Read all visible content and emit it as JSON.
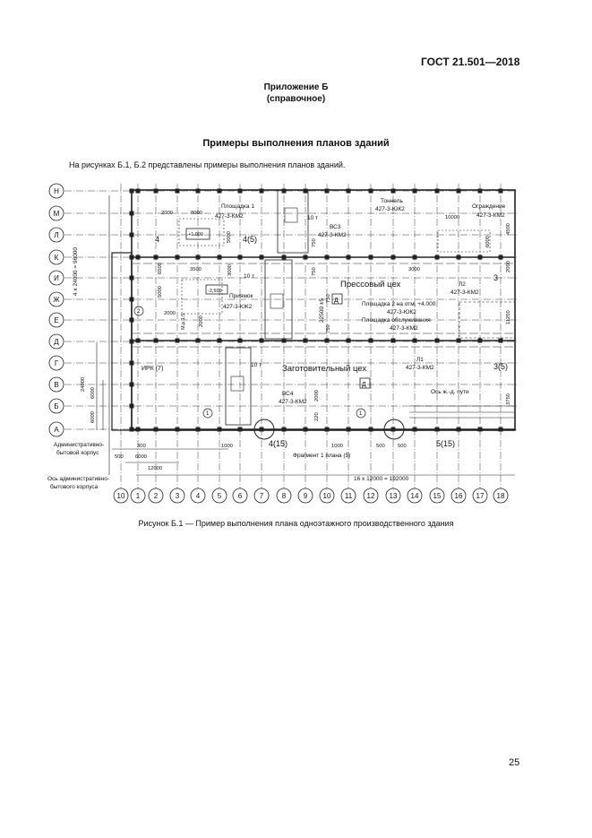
{
  "header": {
    "standard": "ГОСТ 21.501—2018"
  },
  "appendix": {
    "title": "Приложение Б",
    "subtitle": "(справочное)"
  },
  "section": {
    "title": "Примеры выполнения планов зданий"
  },
  "intro": "На рисунках Б.1, Б.2 представлены примеры выполнения планов зданий.",
  "figure": {
    "caption": "Рисунок Б.1 — Пример выполнения плана одноэтажного производственного здания",
    "row_axes": [
      "Н",
      "М",
      "Л",
      "К",
      "И",
      "Ж",
      "Е",
      "Д",
      "Г",
      "В",
      "Б",
      "А"
    ],
    "col_axes": [
      "10",
      "1",
      "2",
      "3",
      "4",
      "5",
      "6",
      "7",
      "8",
      "9",
      "10",
      "11",
      "12",
      "13",
      "14",
      "15",
      "16",
      "17",
      "18"
    ],
    "labels": {
      "ploshchadka1": "Площадка 1",
      "ploshchadka1_code": "427-3-КМ2",
      "tonnel": "Тоннель",
      "tonnel_code": "427-3-ЮК2",
      "ograzhdenie": "Ограждение",
      "ograzhdenie_code": "427-3-КМ2",
      "vs3": "ВС3",
      "vs3_code": "427-3-КМ2",
      "press_shop": "Прессовый цех",
      "zag_shop": "Заготовительный цех",
      "priyamok": "Приямок",
      "priyamok_code": "427-3-КЖ2",
      "l2": "Л2",
      "l2_code": "427-3-КМ2",
      "pl2": "Площадка 2 на отм. +4.000",
      "pl2_code": "427-3-ЮК2",
      "pl_obsl": "Площадка обслуживания",
      "pl_obsl_code": "427-3-КМ2",
      "l1": "Л1",
      "l1_code": "427-3-КМ2",
      "irk": "ИРК (7)",
      "vs4": "ВС4",
      "vs4_code": "427-3-КМ2",
      "rail_axis": "Ось ж.-д. пути",
      "admin_bldg": "Административно-",
      "admin_bldg2": "бытовой корпус",
      "admin_axis": "Ось административно-",
      "admin_axis2": "бытового корпуса",
      "fragment": "Фрагмент 1 плана (5)",
      "total_len": "16 x 12000 = 192000",
      "total_h": "4 x 24000 = 96000",
      "load1": "10 т",
      "load2": "10 т",
      "load3": "10 т",
      "room_d": "Д",
      "mark_p1000": "+1,000",
      "mark_m2500": "-2,500",
      "ref_4": "4",
      "ref_4_5": "4(5)",
      "ref_4_15": "4(15)",
      "ref_5_15": "5(15)",
      "ref_3": "3",
      "ref_3_5": "3(5)",
      "ref_1": "1",
      "ref_2": "2",
      "mark_wide": "М.р.1:5",
      "dim_22500": "22500 ±5"
    },
    "dims": {
      "d2000a": "2000",
      "d8000": "8000",
      "d5000a": "5000",
      "d3000a": "3000",
      "d750a": "750",
      "d750b": "750",
      "d750c": "750",
      "d750d": "750",
      "d3500": "3500",
      "d5000b": "5000",
      "d6500": "6500",
      "d2000b": "2000",
      "d2000c": "2000",
      "d10000": "10000",
      "d4500": "4500",
      "d6000r": "6000",
      "d3000b": "3000",
      "d2000d": "2000",
      "d11250": "11250",
      "d3750": "3750",
      "d24000": "24000",
      "d6000a": "6000",
      "d6000b": "6000",
      "d300": "300",
      "d500a": "500",
      "d6000c": "6000",
      "d12000": "12000",
      "d1000a": "1000",
      "d1000b": "1000",
      "d500b": "500",
      "d500c": "500",
      "d220": "220",
      "d2000e": "2000"
    }
  },
  "page_number": "25"
}
